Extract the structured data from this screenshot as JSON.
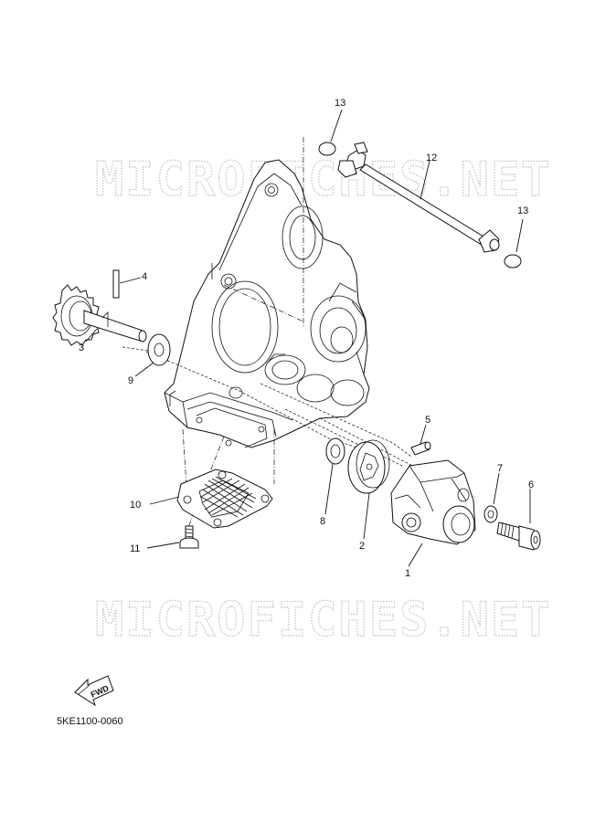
{
  "watermark": {
    "top": "MICROFICHES.NET",
    "bottom": "MICROFICHES.NET"
  },
  "callouts": [
    "1",
    "2",
    "3",
    "4",
    "5",
    "6",
    "7",
    "8",
    "9",
    "10",
    "11",
    "12",
    "13",
    "13"
  ],
  "reference_code": "5KE1100-0060",
  "fwd_label": "FWD"
}
